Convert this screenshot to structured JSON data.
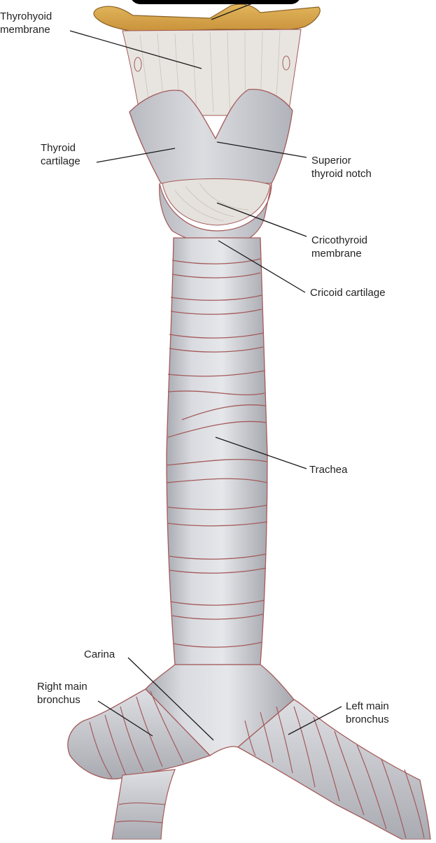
{
  "labels": {
    "thyrohyoid_membrane": [
      "Thyrohyoid",
      "membrane"
    ],
    "thyroid_cartilage": [
      "Thyroid",
      "cartilage"
    ],
    "superior_thyroid_notch": [
      "Superior",
      "thyroid notch"
    ],
    "cricothyroid_membrane": [
      "Cricothyroid",
      "membrane"
    ],
    "cricoid_cartilage": [
      "Cricoid cartilage"
    ],
    "trachea": [
      "Trachea"
    ],
    "carina": [
      "Carina"
    ],
    "right_main_bronchus": [
      "Right main",
      "bronchus"
    ],
    "left_main_bronchus": [
      "Left main",
      "bronchus"
    ]
  },
  "colors": {
    "hyoid_bone": "#d9a94e",
    "cartilage": "#cfd1d6",
    "ring_outline": "#a45a5a",
    "membrane": "#e6e3df",
    "leader_line": "#1a1a1a"
  }
}
